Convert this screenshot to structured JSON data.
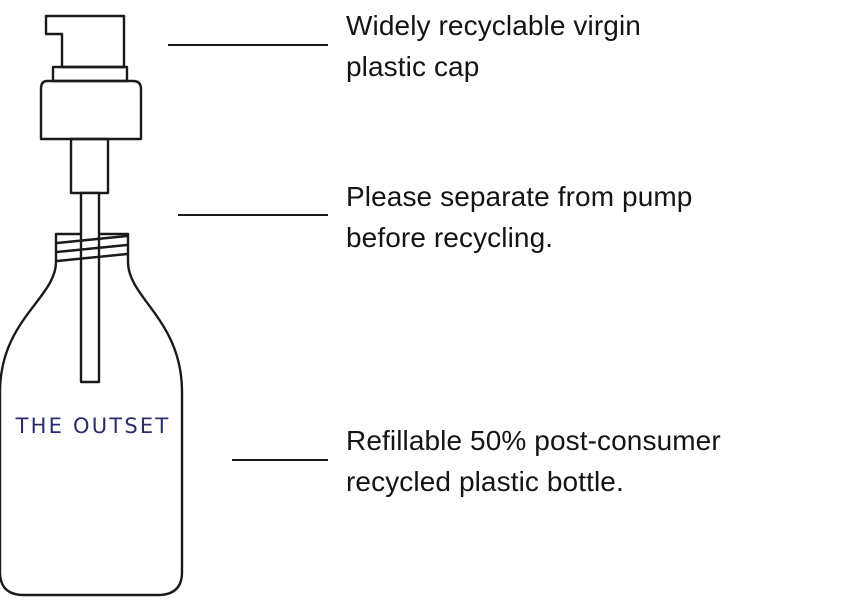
{
  "brand": {
    "label": "THE OUTSET",
    "color": "#2a2d6e"
  },
  "callouts": {
    "cap": {
      "line1": "Widely recyclable virgin",
      "line2": "plastic cap"
    },
    "pump": {
      "line1": "Please separate from pump",
      "line2": "before recycling."
    },
    "bottle": {
      "line1": "Refillable 50% post-consumer",
      "line2": "recycled plastic bottle."
    }
  },
  "colors": {
    "outline": "#1a1a1a",
    "text": "#141414",
    "background": "#ffffff"
  }
}
